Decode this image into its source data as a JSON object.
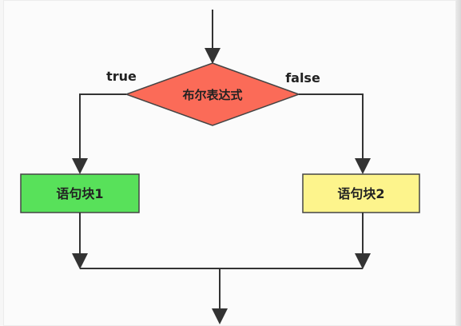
{
  "diagram": {
    "decision": {
      "label": "布尔表达式",
      "fill": "#fb6b58"
    },
    "branches": {
      "true_label": "true",
      "false_label": "false"
    },
    "blocks": {
      "left": {
        "label": "语句块1",
        "fill": "#58e15a"
      },
      "right": {
        "label": "语句块2",
        "fill": "#fdf48c"
      }
    }
  }
}
